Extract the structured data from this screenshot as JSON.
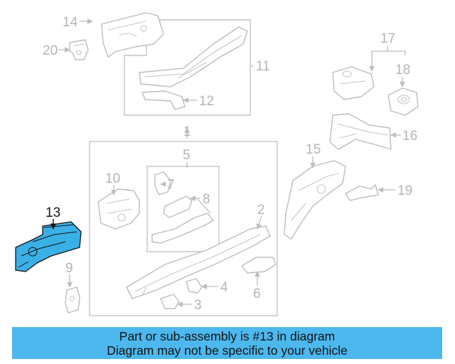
{
  "callouts": {
    "c1": "1",
    "c2": "2",
    "c3": "3",
    "c4": "4",
    "c5": "5",
    "c6": "6",
    "c7": "7",
    "c8": "8",
    "c9": "9",
    "c10": "10",
    "c11": "11",
    "c12": "12",
    "c13": "13",
    "c14": "14",
    "c15": "15",
    "c16": "16",
    "c17": "17",
    "c18": "18",
    "c19": "19",
    "c20": "20"
  },
  "highlighted_part": "13",
  "colors": {
    "highlight": "#3ab0e6",
    "banner": "#4db8ee",
    "line": "#bdbdbd"
  },
  "banner": {
    "line1": "Part or sub-assembly is #13 in diagram",
    "line2": "Diagram may not be specific to your vehicle"
  }
}
